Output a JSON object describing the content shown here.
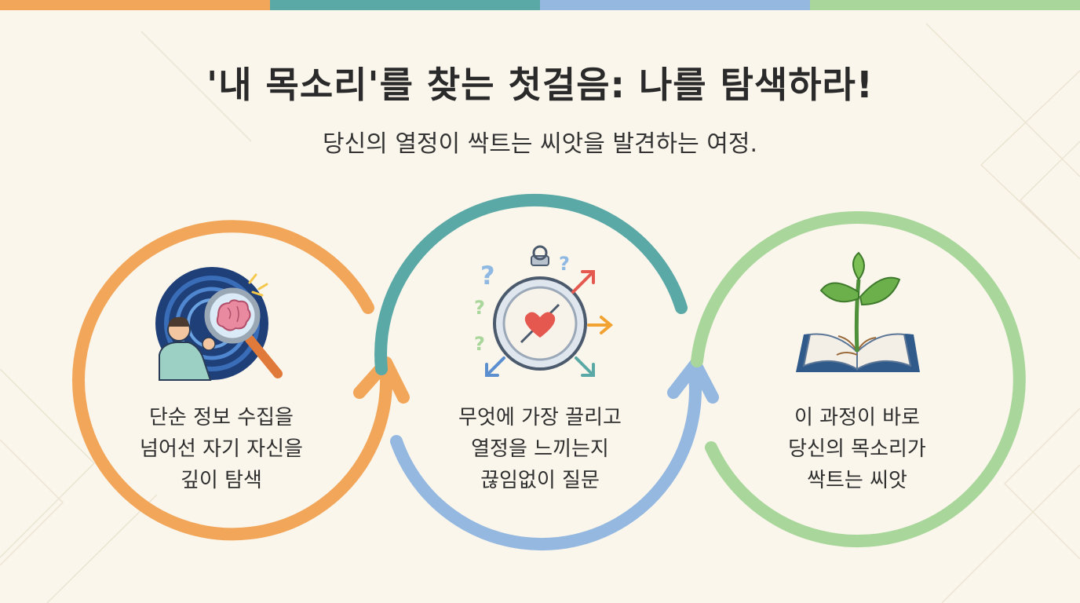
{
  "header": {
    "title": "'내 목소리'를 찾는 첫걸음: 나를 탐색하라!",
    "subtitle": "당신의 열정이 싹트는 씨앗을 발견하는 여정."
  },
  "colors": {
    "orange": "#f2a65a",
    "teal": "#5aa9a6",
    "blue": "#94b8e0",
    "green": "#a9d69a",
    "background": "#faf6ec"
  },
  "steps": [
    {
      "icon": "brain-magnifier-icon",
      "lines": [
        "단순 정보 수집을",
        "넘어선 자기 자신을",
        "깊이 탐색"
      ]
    },
    {
      "icon": "heart-compass-icon",
      "lines": [
        "무엇에 가장 끌리고",
        "열정을 느끼는지",
        "끊임없이 질문"
      ]
    },
    {
      "icon": "sprout-book-icon",
      "lines": [
        "이 과정이 바로",
        "당신의 목소리가",
        "싹트는 씨앗"
      ]
    }
  ]
}
